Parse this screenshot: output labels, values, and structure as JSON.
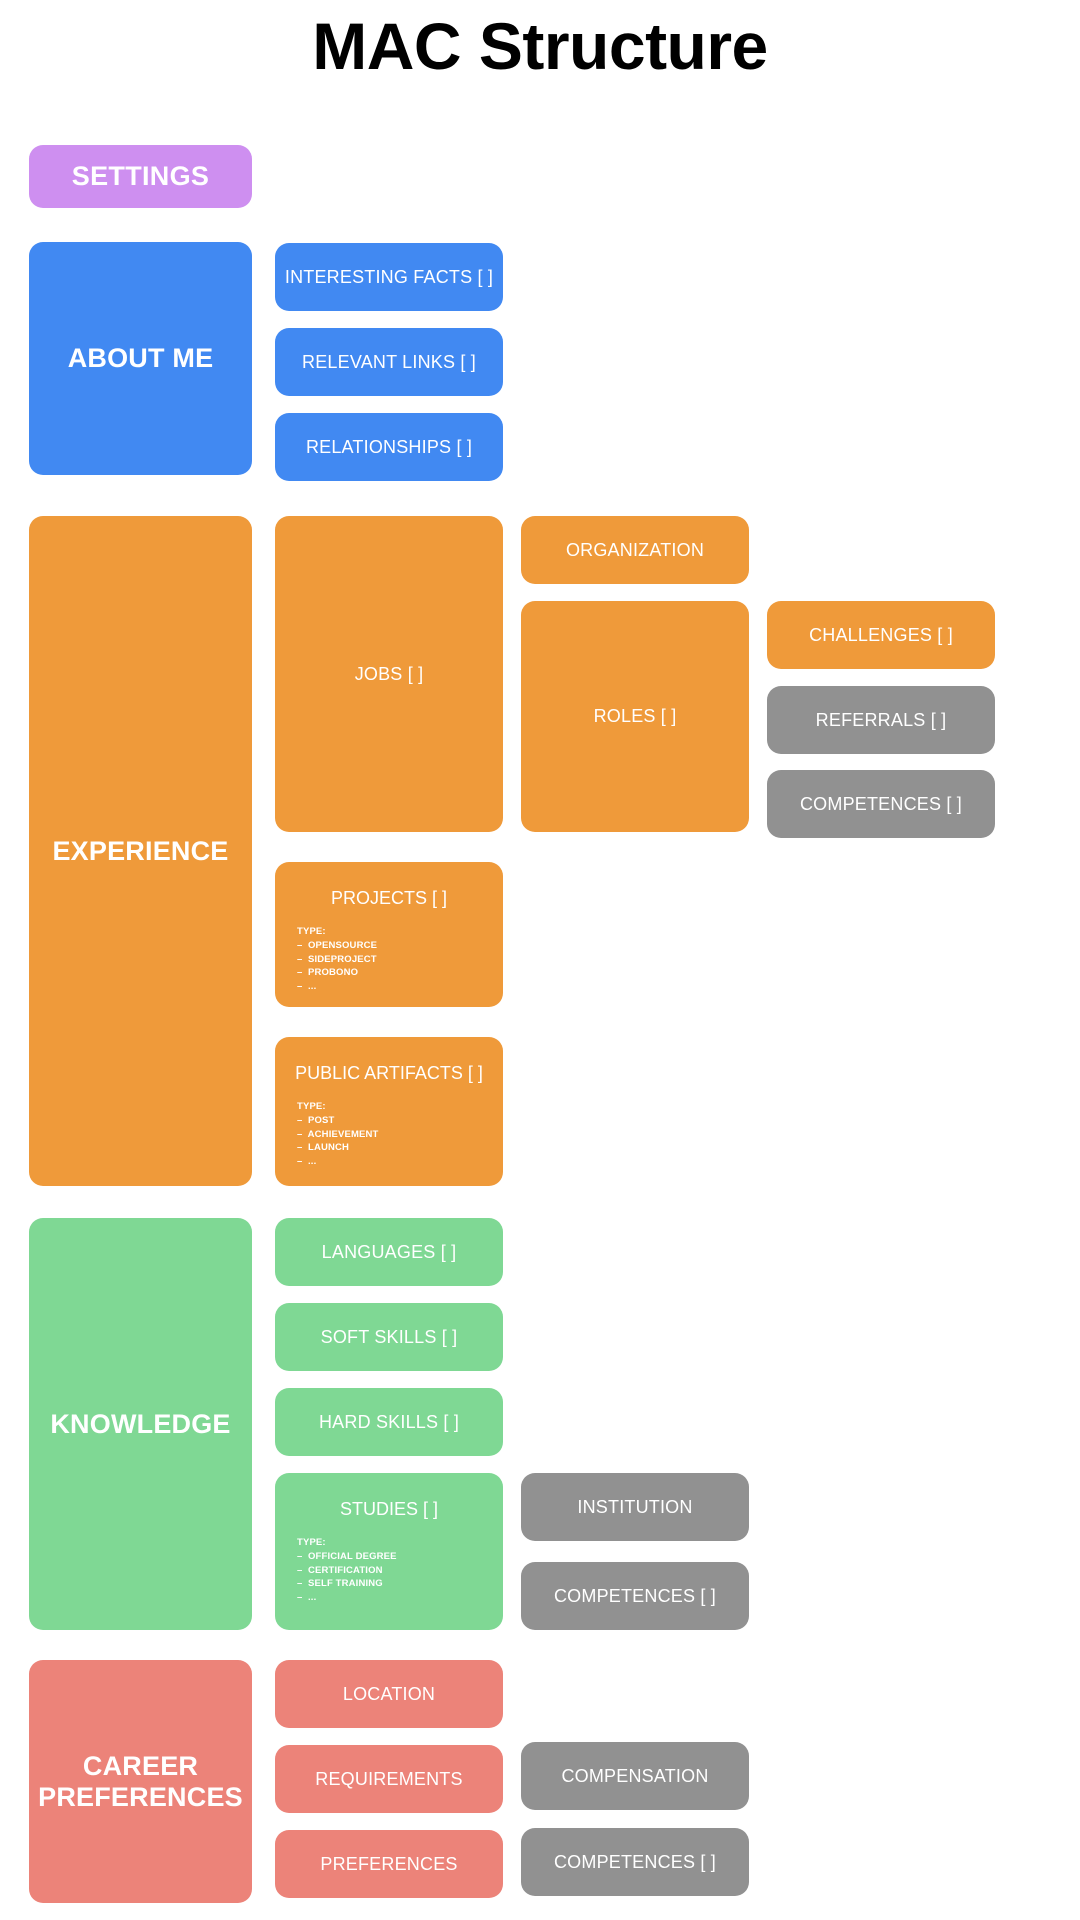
{
  "page": {
    "title": "MAC Structure"
  },
  "colors": {
    "purple": "#CE8FF0",
    "blue": "#4189F2",
    "orange": "#EF9A3A",
    "green": "#7FD894",
    "salmon": "#EC8379",
    "gray": "#919191",
    "text_on_box": "#FFFFFF",
    "title_color": "#000000",
    "background": "#FFFFFF"
  },
  "sections": {
    "settings": {
      "label": "SETTINGS"
    },
    "about_me": {
      "label": "ABOUT ME",
      "children": [
        {
          "label": "INTERESTING FACTS [ ]"
        },
        {
          "label": "RELEVANT LINKS [ ]"
        },
        {
          "label": "RELATIONSHIPS [ ]"
        }
      ]
    },
    "experience": {
      "label": "EXPERIENCE",
      "jobs": {
        "label": "JOBS [ ]"
      },
      "organization": {
        "label": "ORGANIZATION"
      },
      "roles": {
        "label": "ROLES [ ]"
      },
      "challenges": {
        "label": "CHALLENGES [ ]"
      },
      "referrals": {
        "label": "REFERRALS [ ]"
      },
      "competences": {
        "label": "COMPETENCES [ ]"
      },
      "projects": {
        "label": "PROJECTS [ ]",
        "type_heading": "TYPE:",
        "type_items": [
          "–  OPENSOURCE",
          "–  SIDEPROJECT",
          "–  PROBONO",
          "–  ..."
        ]
      },
      "public_artifacts": {
        "label": "PUBLIC ARTIFACTS [ ]",
        "type_heading": "TYPE:",
        "type_items": [
          "–  POST",
          "–  ACHIEVEMENT",
          "–  LAUNCH",
          "–  ..."
        ]
      }
    },
    "knowledge": {
      "label": "KNOWLEDGE",
      "languages": {
        "label": "LANGUAGES [ ]"
      },
      "soft_skills": {
        "label": "SOFT SKILLS [ ]"
      },
      "hard_skills": {
        "label": "HARD SKILLS [ ]"
      },
      "studies": {
        "label": "STUDIES [ ]",
        "type_heading": "TYPE:",
        "type_items": [
          "–  OFFICIAL DEGREE",
          "–  CERTIFICATION",
          "–  SELF TRAINING",
          "–  ..."
        ]
      },
      "institution": {
        "label": "INSTITUTION"
      },
      "competences": {
        "label": "COMPETENCES [ ]"
      }
    },
    "career_preferences": {
      "label": "CAREER\nPREFERENCES",
      "location": {
        "label": "LOCATION"
      },
      "requirements": {
        "label": "REQUIREMENTS"
      },
      "compensation": {
        "label": "COMPENSATION"
      },
      "preferences": {
        "label": "PREFERENCES"
      },
      "competences": {
        "label": "COMPETENCES [ ]"
      }
    }
  }
}
